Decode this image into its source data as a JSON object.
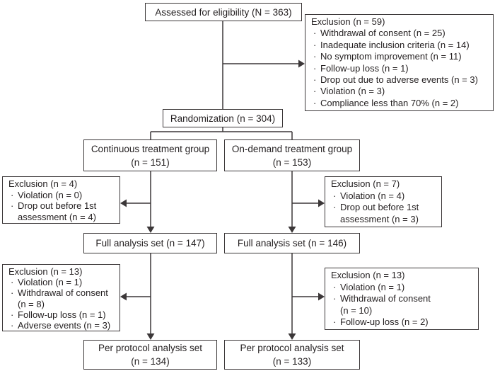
{
  "figure": {
    "type": "consort-flow-diagram",
    "ink_color": "#3b3738",
    "text_color": "#231f20",
    "background_color": "#ffffff"
  },
  "glyphs": {
    "bullet": "·"
  },
  "boxes": {
    "assessed": {
      "label": "Assessed for eligibility (N = 363)"
    },
    "excl_top": {
      "title": "Exclusion (n = 59)",
      "items": [
        "Withdrawal of consent (n = 25)",
        "Inadequate inclusion criteria (n = 14)",
        "No symptom improvement (n = 11)",
        "Follow-up loss (n = 1)",
        "Drop out due to adverse events (n = 3)",
        "Violation (n = 3)",
        "Compliance less than 70% (n = 2)"
      ]
    },
    "randomization": {
      "label": "Randomization (n = 304)"
    },
    "group_left": {
      "line1": "Continuous treatment group",
      "line2": "(n = 151)"
    },
    "group_right": {
      "line1": "On-demand treatment group",
      "line2": "(n = 153)"
    },
    "excl_left1": {
      "title": "Exclusion (n = 4)",
      "rows": [
        "Violation (n = 0)",
        "Drop out before 1st",
        "assessment (n = 4)"
      ]
    },
    "excl_right1": {
      "title": "Exclusion (n = 7)",
      "rows": [
        "Violation (n = 4)",
        "Drop out before 1st",
        "assessment (n = 3)"
      ]
    },
    "fas_left": {
      "label": "Full analysis set (n = 147)"
    },
    "fas_right": {
      "label": "Full analysis set (n = 146)"
    },
    "excl_left2": {
      "title": "Exclusion (n = 13)",
      "rows": [
        "Violation (n = 1)",
        "Withdrawal of consent",
        "(n = 8)",
        "Follow-up loss (n = 1)",
        "Adverse events (n = 3)"
      ]
    },
    "excl_right2": {
      "title": "Exclusion (n = 13)",
      "rows": [
        "Violation (n = 1)",
        "Withdrawal of consent",
        "(n = 10)",
        "Follow-up loss (n = 2)"
      ]
    },
    "pp_left": {
      "line1": "Per protocol analysis set",
      "line2": "(n = 134)"
    },
    "pp_right": {
      "line1": "Per protocol analysis set",
      "line2": "(n = 133)"
    }
  }
}
